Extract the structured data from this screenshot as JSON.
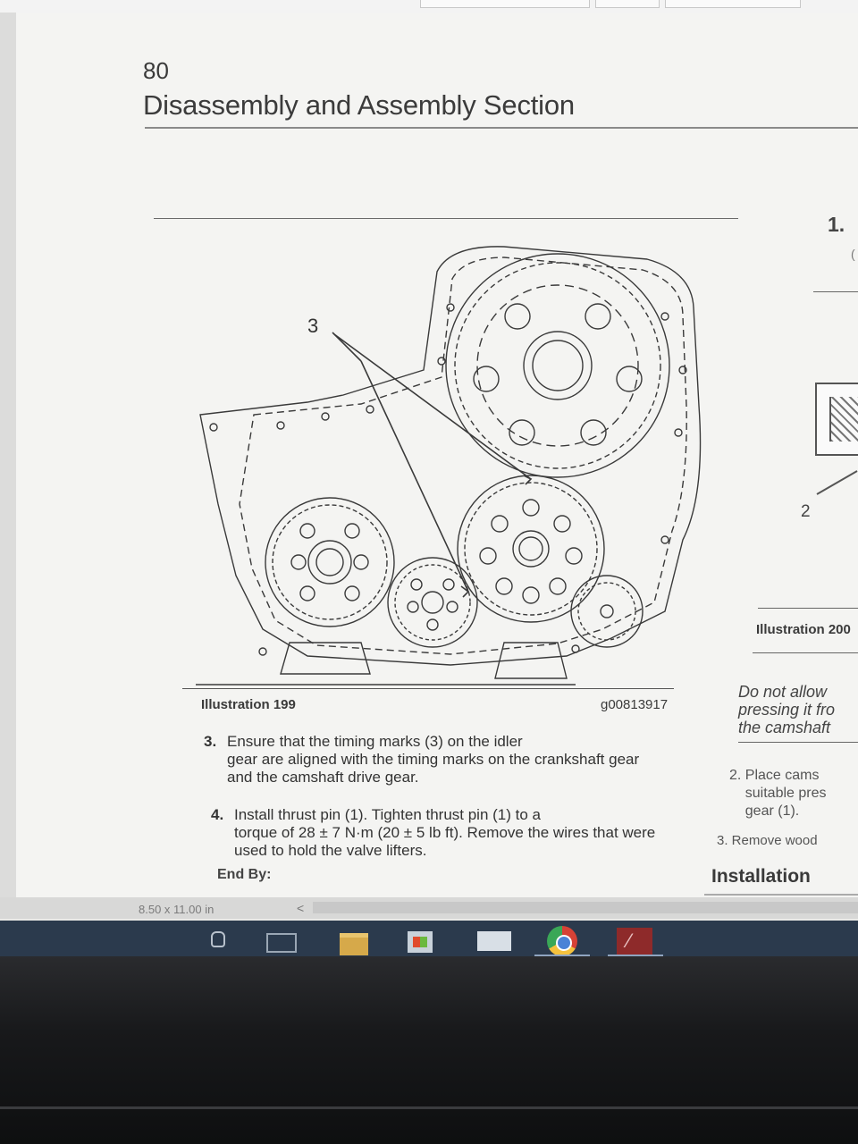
{
  "document": {
    "page_number": "80",
    "section_title": "Disassembly and Assembly Section",
    "figure": {
      "callout": "3",
      "caption": "Illustration 199",
      "id": "g00813917"
    },
    "steps": [
      {
        "num": "3.",
        "text": "Ensure that the timing marks (3) on the idler",
        "cont": "gear are aligned with the timing marks on the crankshaft gear and the camshaft drive gear."
      },
      {
        "num": "4.",
        "text": "Install thrust pin (1). Tighten thrust pin (1) to a",
        "cont": "torque of 28 ± 7 N·m (20 ± 5 lb ft). Remove the wires that were used to hold the valve lifters."
      }
    ],
    "end_by": "End By:"
  },
  "right_column": {
    "step_num": "1.",
    "hint": "(",
    "callout": "2",
    "illustration": "Illustration 200",
    "note": "Do not allow\npressing it fro\nthe camshaft",
    "step2": "2. Place cams\n    suitable pres\n    gear (1).",
    "step3": "3. Remove wood",
    "heading": "Installation"
  },
  "statusbar": {
    "page_size": "8.50 x 11.00 in",
    "scroll_left": "<"
  },
  "taskbar": {
    "icons": [
      "microphone-icon",
      "task-view-icon",
      "file-explorer-icon",
      "store-icon",
      "mail-icon",
      "chrome-icon",
      "pdf-reader-icon"
    ]
  }
}
